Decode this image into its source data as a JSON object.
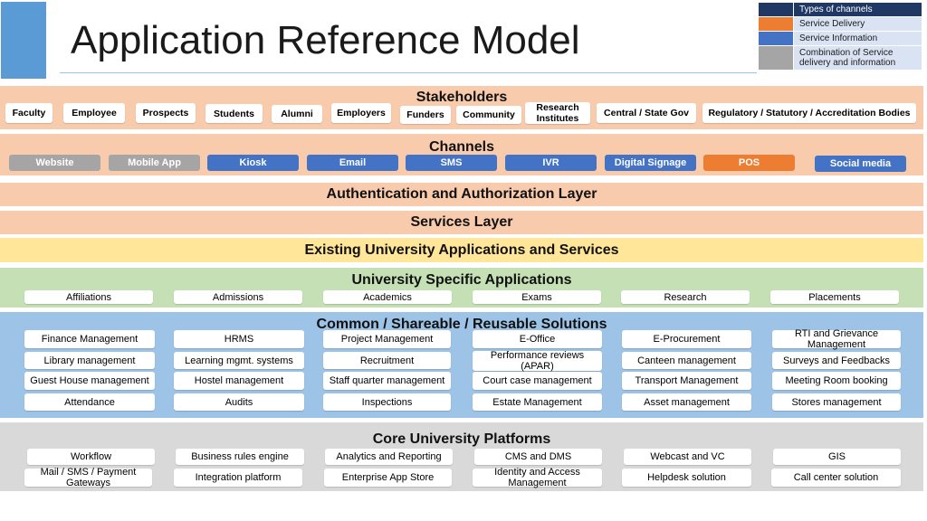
{
  "title": "Application Reference Model",
  "legend": {
    "header": "Types of channels",
    "items": [
      {
        "label": "Service Delivery",
        "color": "#ed7d31"
      },
      {
        "label": "Service Information",
        "color": "#4472c4"
      },
      {
        "label": "Combination of Service delivery and information",
        "color": "#a5a5a5"
      }
    ],
    "header_color": "#1f3864"
  },
  "stakeholders": {
    "title": "Stakeholders",
    "items": [
      "Faculty",
      "Employee",
      "Prospects",
      "Students",
      "Alumni",
      "Employers",
      "Funders",
      "Community",
      "Research Institutes",
      "Central / State Gov",
      "Regulatory / Statutory / Accreditation Bodies"
    ]
  },
  "channels": {
    "title": "Channels",
    "items": [
      {
        "label": "Website",
        "type": "combo"
      },
      {
        "label": "Mobile App",
        "type": "combo"
      },
      {
        "label": "Kiosk",
        "type": "info"
      },
      {
        "label": "Email",
        "type": "info"
      },
      {
        "label": "SMS",
        "type": "info"
      },
      {
        "label": "IVR",
        "type": "info"
      },
      {
        "label": "Digital Signage",
        "type": "info"
      },
      {
        "label": "POS",
        "type": "delivery"
      },
      {
        "label": "Social media",
        "type": "info"
      }
    ]
  },
  "auth_layer": "Authentication and Authorization Layer",
  "services_layer": "Services Layer",
  "existing_apps": "Existing University Applications and Services",
  "university_specific": {
    "title": "University Specific Applications",
    "items": [
      "Affiliations",
      "Admissions",
      "Academics",
      "Exams",
      "Research",
      "Placements"
    ]
  },
  "common": {
    "title": "Common / Shareable / Reusable Solutions",
    "columns": [
      [
        "Finance Management",
        "Library management",
        "Guest House management",
        "Attendance"
      ],
      [
        "HRMS",
        "Learning mgmt. systems",
        "Hostel management",
        "Audits"
      ],
      [
        "Project Management",
        "Recruitment",
        "Staff quarter management",
        "Inspections"
      ],
      [
        "E-Office",
        "Performance reviews (APAR)",
        "Court case management",
        "Estate Management"
      ],
      [
        "E-Procurement",
        "Canteen management",
        "Transport Management",
        "Asset management"
      ],
      [
        "RTI and Grievance Management",
        "Surveys and Feedbacks",
        "Meeting Room booking",
        "Stores management"
      ]
    ]
  },
  "core": {
    "title": "Core University Platforms",
    "columns": [
      [
        "Workflow",
        "Mail / SMS / Payment Gateways"
      ],
      [
        "Business rules engine",
        "Integration platform"
      ],
      [
        "Analytics and Reporting",
        "Enterprise App Store"
      ],
      [
        "CMS and DMS",
        "Identity and Access Management"
      ],
      [
        "Webcast and VC",
        "Helpdesk solution"
      ],
      [
        "GIS",
        "Call center solution"
      ]
    ]
  },
  "colors": {
    "stakeholder_band": "#f8cbad",
    "existing_band": "#ffe699",
    "university_band": "#c5e0b4",
    "common_band": "#9dc3e6",
    "core_band": "#d9d9d9"
  }
}
